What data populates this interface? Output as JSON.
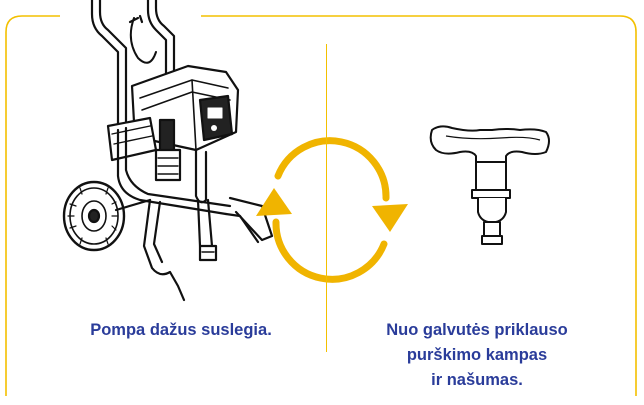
{
  "diagram": {
    "left_caption": "Pompa dažus suslegia.",
    "right_caption": {
      "line1": "Nuo galvutės priklauso",
      "line2": "purškimo kampas",
      "line3": "ir našumas."
    },
    "colors": {
      "border": "#f3c000",
      "arrows": "#f0b400",
      "text": "#2a3c9a"
    },
    "icons": [
      "paint-sprayer-pump-icon",
      "cycle-arrows-icon",
      "spray-tip-icon"
    ]
  }
}
